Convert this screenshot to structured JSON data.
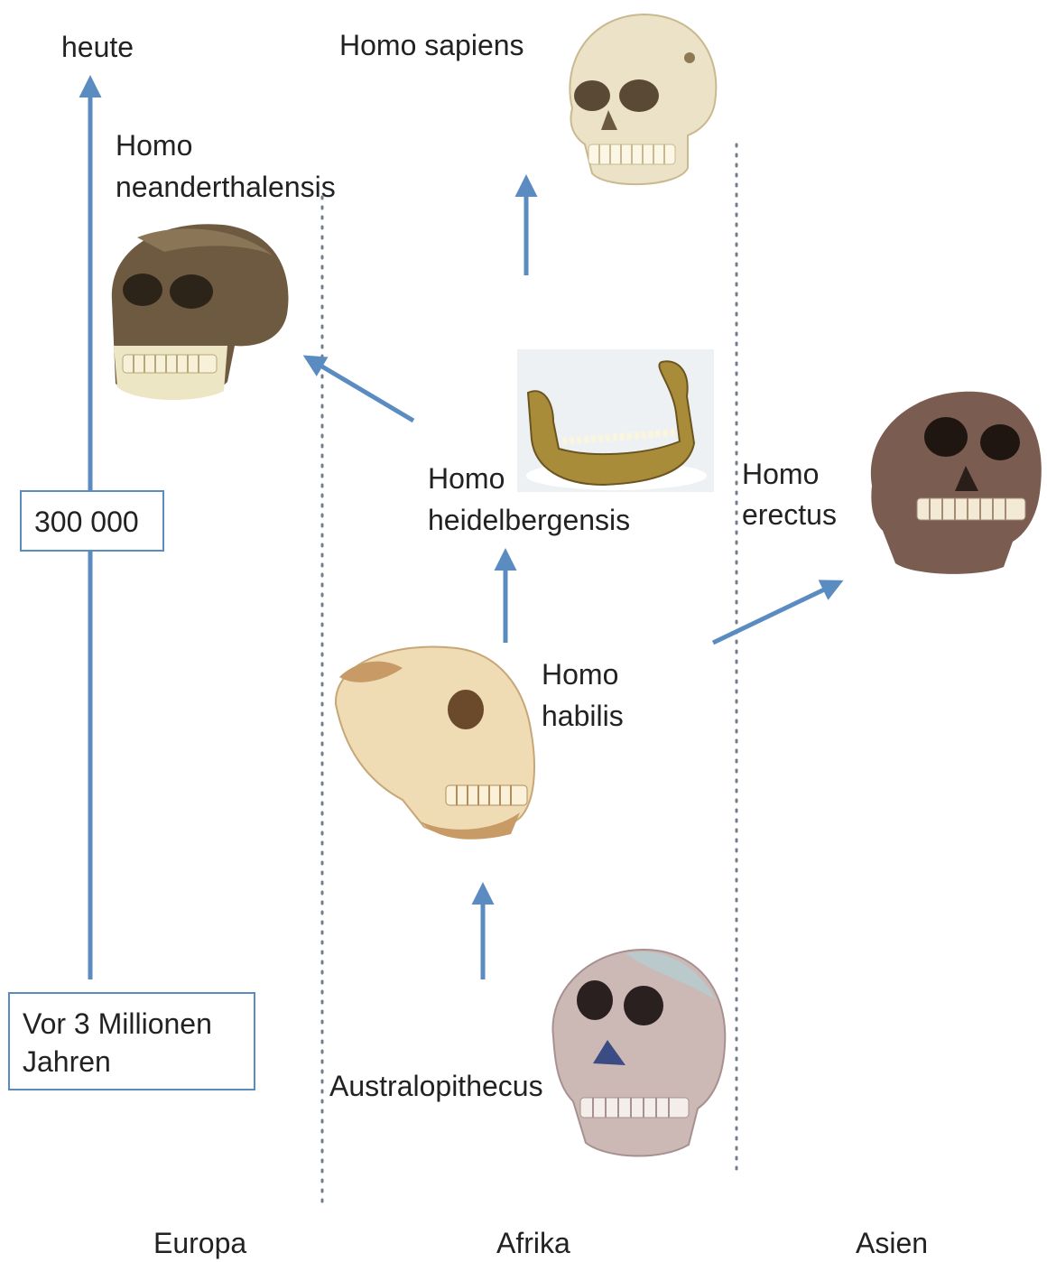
{
  "timeline": {
    "top_label": "heute",
    "mid_label": "300 000",
    "bottom_label_line1": "Vor 3 Millionen",
    "bottom_label_line2": "Jahren"
  },
  "regions": {
    "europe": "Europa",
    "africa": "Afrika",
    "asia": "Asien"
  },
  "species": {
    "sapiens": "Homo sapiens",
    "neanderthalensis_line1": "Homo",
    "neanderthalensis_line2": "neanderthalensis",
    "heidelbergensis_line1": "Homo",
    "heidelbergensis_line2": "heidelbergensis",
    "erectus_line1": "Homo",
    "erectus_line2": "erectus",
    "habilis_line1": "Homo",
    "habilis_line2": "habilis",
    "australopithecus": "Australopithecus"
  },
  "colors": {
    "arrow": "#5b8cc1",
    "divider": "#6f7d8c",
    "text": "#222222"
  },
  "icons": [
    "skull-sapiens",
    "skull-neanderthalensis",
    "mandible-heidelbergensis",
    "skull-erectus",
    "skull-habilis",
    "skull-australopithecus"
  ]
}
